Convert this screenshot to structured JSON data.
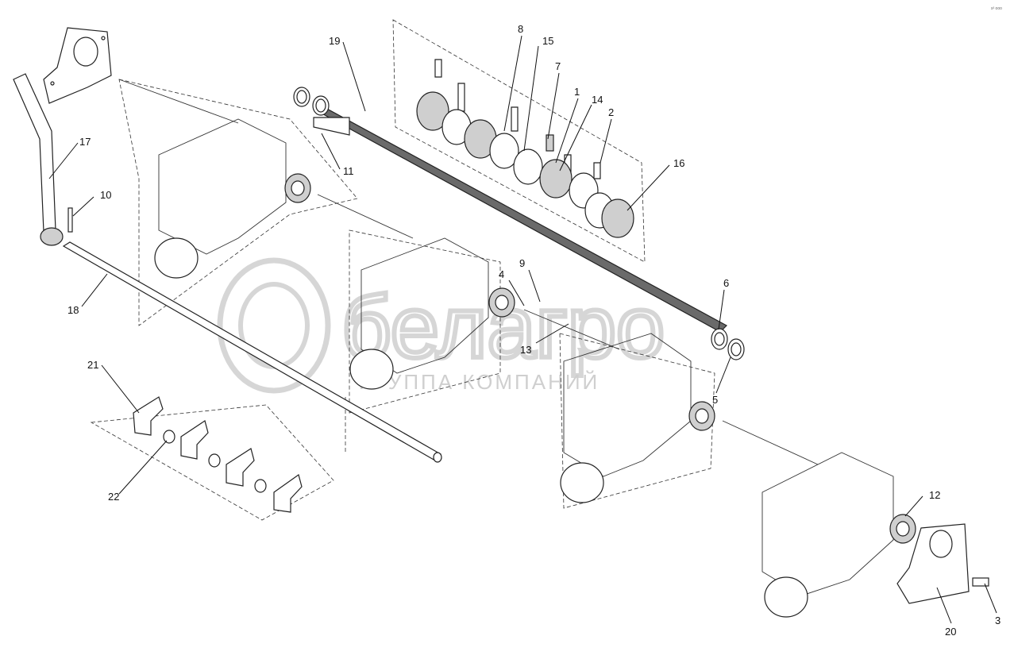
{
  "corner_code": "s³ ooo",
  "watermark": {
    "brand": "белагро",
    "subtitle": "ГРУППА КОМПАНИЙ"
  },
  "callouts": [
    {
      "id": "1",
      "text": "1"
    },
    {
      "id": "2",
      "text": "2"
    },
    {
      "id": "3",
      "text": "3"
    },
    {
      "id": "4",
      "text": "4"
    },
    {
      "id": "5",
      "text": "5"
    },
    {
      "id": "6",
      "text": "6"
    },
    {
      "id": "7",
      "text": "7"
    },
    {
      "id": "8",
      "text": "8"
    },
    {
      "id": "9",
      "text": "9"
    },
    {
      "id": "10",
      "text": "10"
    },
    {
      "id": "11",
      "text": "11"
    },
    {
      "id": "12",
      "text": "12"
    },
    {
      "id": "13",
      "text": "13"
    },
    {
      "id": "14",
      "text": "14"
    },
    {
      "id": "15",
      "text": "15"
    },
    {
      "id": "16",
      "text": "16"
    },
    {
      "id": "17",
      "text": "17"
    },
    {
      "id": "18",
      "text": "18"
    },
    {
      "id": "19",
      "text": "19"
    },
    {
      "id": "20",
      "text": "20"
    },
    {
      "id": "21",
      "text": "21"
    },
    {
      "id": "22",
      "text": "22"
    }
  ]
}
